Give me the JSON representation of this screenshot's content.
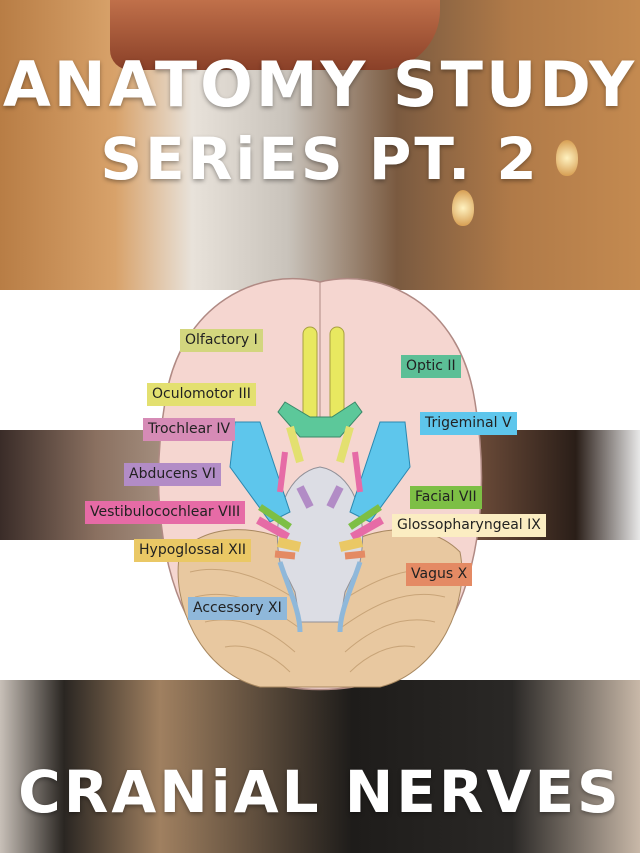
{
  "title_line1": "ANATOMY STUDY",
  "title_line2": "SERiES PT. 2",
  "footer_title": "CRANiAL NERVES",
  "labels": {
    "olfactory": {
      "text": "Olfactory I",
      "color": "#d3d67e"
    },
    "optic": {
      "text": "Optic II",
      "color": "#5cbf96"
    },
    "oculomotor": {
      "text": "Oculomotor III",
      "color": "#e3e070"
    },
    "trochlear": {
      "text": "Trochlear IV",
      "color": "#d68bb6"
    },
    "trigeminal": {
      "text": "Trigeminal V",
      "color": "#5ec6ec"
    },
    "abducens": {
      "text": "Abducens VI",
      "color": "#b28cc6"
    },
    "vestibulocochlear": {
      "text": "Vestibulocochlear VIII",
      "color": "#e66ba6"
    },
    "facial": {
      "text": "Facial VII",
      "color": "#7dbf45"
    },
    "glossopharyngeal": {
      "text": "Glossopharyngeal IX",
      "color": "#fbedc2"
    },
    "hypoglossal": {
      "text": "Hypoglossal XII",
      "color": "#eac865"
    },
    "vagus": {
      "text": "Vagus X",
      "color": "#e48a64"
    },
    "accessory": {
      "text": "Accessory XI",
      "color": "#8fb8da"
    }
  }
}
